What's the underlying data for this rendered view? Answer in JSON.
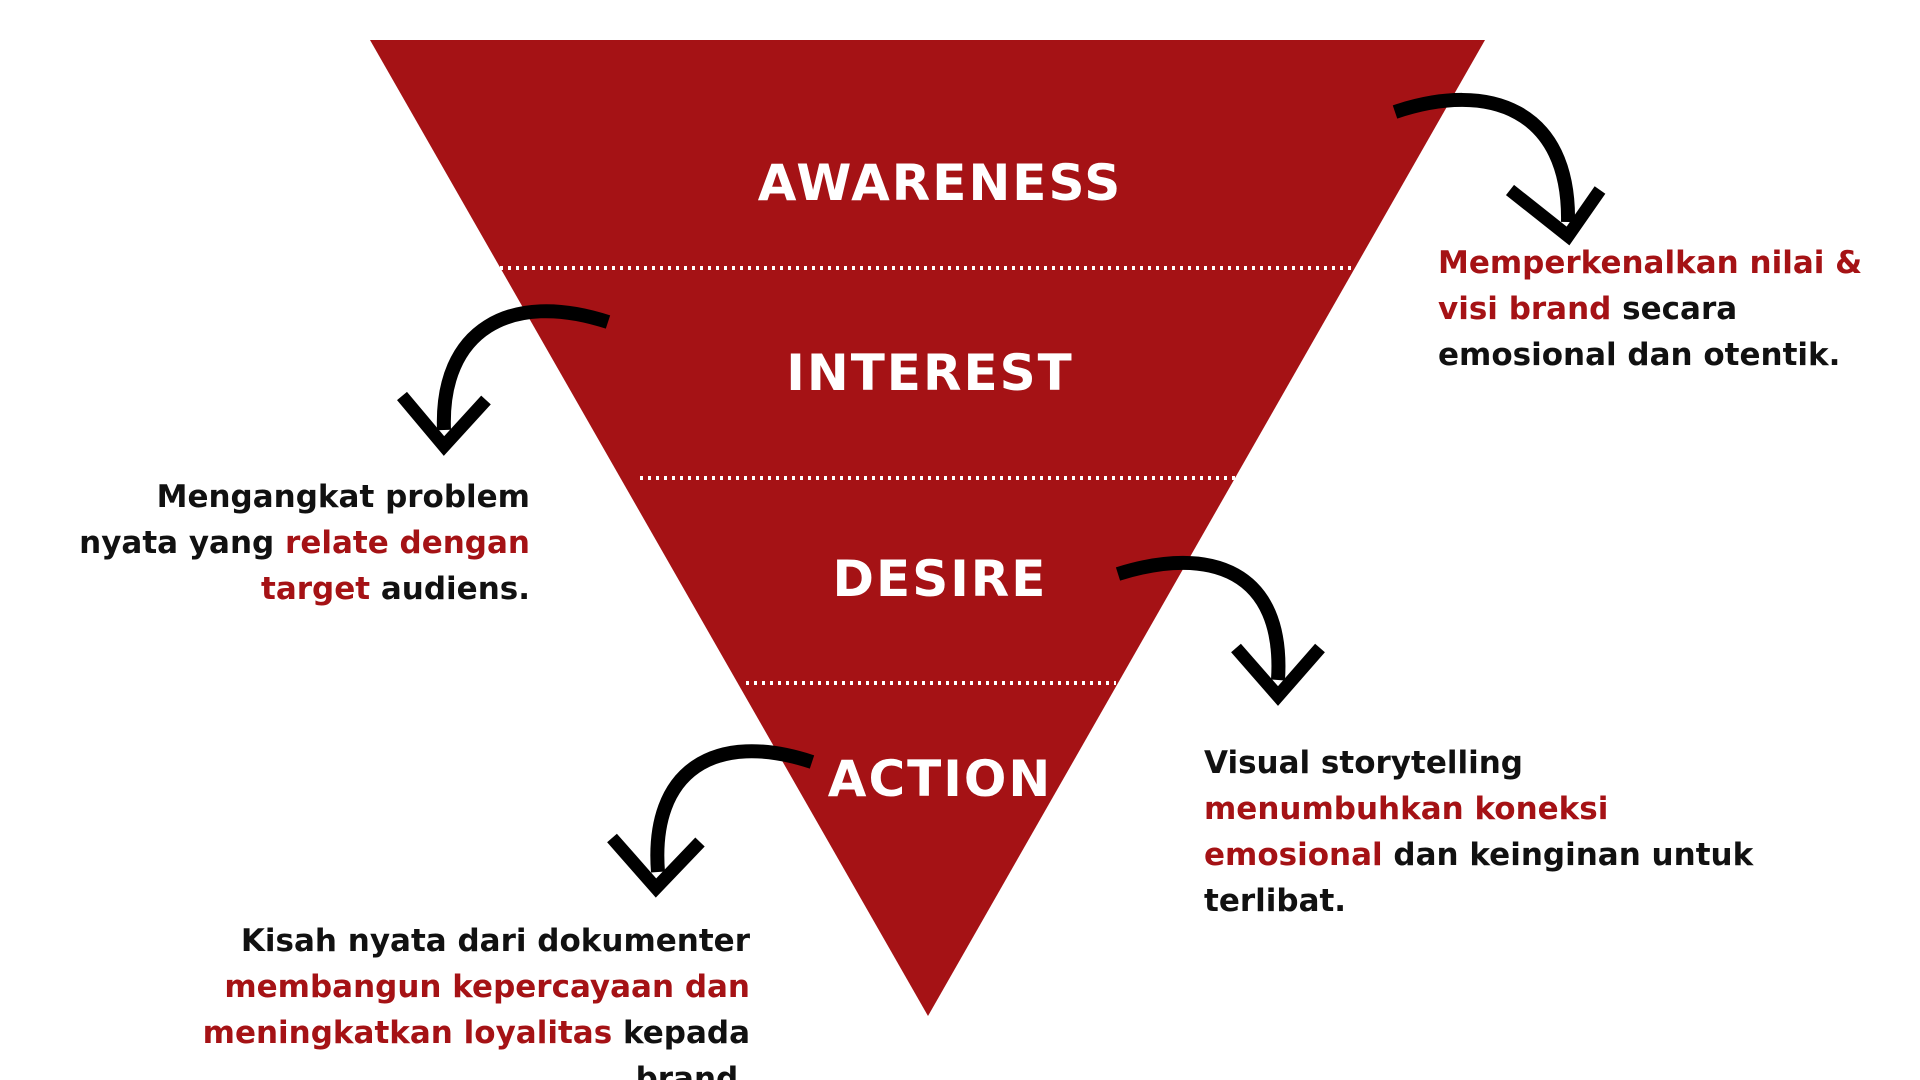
{
  "colors": {
    "funnel": "#a51215",
    "highlight": "#a51215",
    "text": "#111111",
    "arrow": "#000000",
    "divider": "#ffffff"
  },
  "stages": [
    {
      "label": "AWARENESS"
    },
    {
      "label": "INTEREST"
    },
    {
      "label": "DESIRE"
    },
    {
      "label": "ACTION"
    }
  ],
  "descriptions": {
    "awareness": {
      "highlight_1": "Memperkenalkan nilai & visi brand",
      "text_1": " secara emosional dan otentik."
    },
    "interest": {
      "text_1": "Mengangkat problem nyata yang ",
      "highlight_1": "relate dengan target",
      "text_2": " audiens."
    },
    "desire": {
      "text_1": "Visual storytelling ",
      "highlight_1": "menumbuhkan koneksi emosional",
      "text_2": " dan keinginan untuk terlibat."
    },
    "action": {
      "text_1": "Kisah nyata dari dokumenter ",
      "highlight_1": "membangun kepercayaan dan meningkatkan loyalitas",
      "text_2": " kepada brand."
    }
  },
  "arrows": [
    {
      "name": "awareness-arrow",
      "direction": "right-down"
    },
    {
      "name": "interest-arrow",
      "direction": "left-down"
    },
    {
      "name": "desire-arrow",
      "direction": "right-down"
    },
    {
      "name": "action-arrow",
      "direction": "left-down"
    }
  ]
}
